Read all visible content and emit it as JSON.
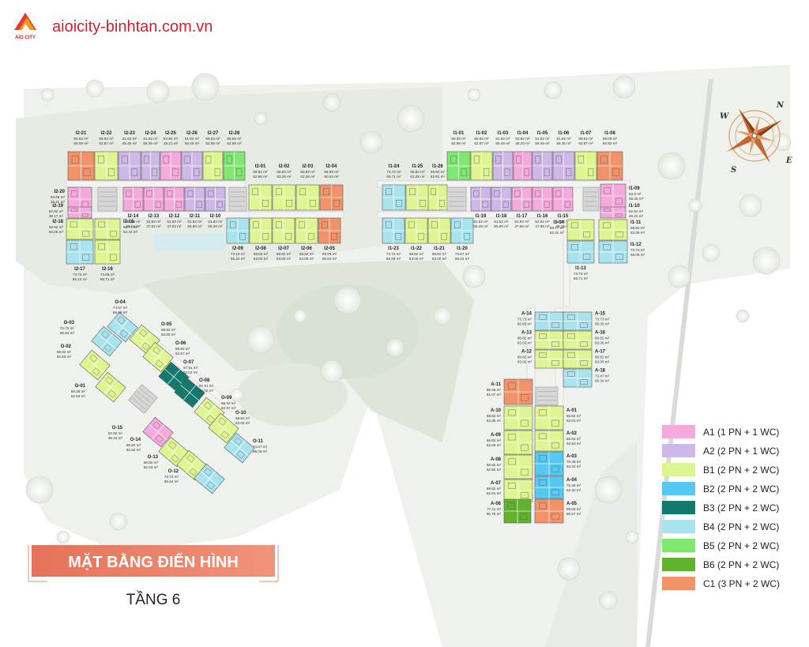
{
  "header": {
    "logo_caption": "AIO CITY",
    "site": "aioicity-binhtan.com.vn"
  },
  "title": {
    "main": "MẶT BẰNG ĐIỂN HÌNH",
    "floor": "TẦNG 6"
  },
  "compass": {
    "n": "N",
    "e": "E",
    "s": "S",
    "w": "W"
  },
  "colors": {
    "A1": "#f5a9dd",
    "A2": "#cdb8e8",
    "B1": "#dff591",
    "B2": "#55c9f2",
    "B3": "#127a6c",
    "B4": "#a9e3ee",
    "B5": "#7fe870",
    "B6": "#61b32b",
    "C1": "#f29269",
    "core": "#d6d6d6"
  },
  "legend": [
    {
      "key": "A1",
      "label": "A1 (1 PN + 1 WC)"
    },
    {
      "key": "A2",
      "label": "A2 (2 PN + 1 WC)"
    },
    {
      "key": "B1",
      "label": "B1 (2 PN + 2 WC)"
    },
    {
      "key": "B2",
      "label": "B2 (2 PN + 2 WC)"
    },
    {
      "key": "B3",
      "label": "B3 (2 PN + 2 WC)"
    },
    {
      "key": "B4",
      "label": "B4 (2 PN + 2 WC)"
    },
    {
      "key": "B5",
      "label": "B5 (2 PN + 2 WC)"
    },
    {
      "key": "B6",
      "label": "B6 (2 PN + 2 WC)"
    },
    {
      "key": "C1",
      "label": "C1 (3 PN + 2 WC)"
    }
  ],
  "units": {
    "I2-21": {
      "type": "C1",
      "a": "80.62 m²",
      "b": "69.09 m²"
    },
    "I2-22": {
      "type": "B1",
      "a": "68.82 m²",
      "b": "62.87 m²"
    },
    "I2-23": {
      "type": "A2",
      "a": "61.62 m²",
      "b": "56.45 m²"
    },
    "I2-24": {
      "type": "A2",
      "a": "61.62 m²",
      "b": "56.45 m²"
    },
    "I2-25": {
      "type": "A1",
      "a": "52.92 m²",
      "b": "48.21 m²"
    },
    "I2-26": {
      "type": "A2",
      "a": "61.62 m²",
      "b": "56.45 m²"
    },
    "I2-27": {
      "type": "B1",
      "a": "68.82 m²",
      "b": "62.96 m²"
    },
    "I2-28": {
      "type": "B5",
      "a": "68.66 m²",
      "b": "62.98 m²"
    },
    "I2-01": {
      "type": "B1",
      "a": "68.82 m²",
      "b": "62.66 m²"
    },
    "I2-02": {
      "type": "B1",
      "a": "68.82 m²",
      "b": "63.26 m²"
    },
    "I2-03": {
      "type": "B1",
      "a": "68.82 m²",
      "b": "62.26 m²"
    },
    "I2-04": {
      "type": "C1",
      "a": "69.09 m²",
      "b": "60.44 m²"
    },
    "I2-20": {
      "type": "A1",
      "a": "53.65 m²",
      "b": "48.41 m²"
    },
    "I2-19": {
      "type": "A1",
      "a": "52.92 m²",
      "b": "48.17 m²"
    },
    "I2-18": {
      "type": "B1",
      "a": "68.82 m²",
      "b": "63.05 m²"
    },
    "I2-17": {
      "type": "B4",
      "a": "73.73 m²",
      "b": "66.16 m²"
    },
    "I2-16": {
      "type": "B1",
      "a": "74.08 m²",
      "b": "65.71 m²"
    },
    "I2-15": {
      "type": "B1",
      "a": "69.77 m²",
      "b": "62.43 m²"
    },
    "I2-14": {
      "type": "A1",
      "a": "52.92 m²",
      "b": "48.13 m²"
    },
    "I2-13": {
      "type": "A1",
      "a": "52.92 m²",
      "b": "47.62 m²"
    },
    "I2-12": {
      "type": "A1",
      "a": "52.92 m²",
      "b": "47.63 m²"
    },
    "I2-11": {
      "type": "A2",
      "a": "61.62 m²",
      "b": "55.90 m²"
    },
    "I2-10": {
      "type": "A2",
      "a": "61.62 m²",
      "b": "56.40 m²"
    },
    "I2-09": {
      "type": "B4",
      "a": "73.15 m²",
      "b": "66.34 m²"
    },
    "I2-08": {
      "type": "B1",
      "a": "68.82 m²",
      "b": "63.00 m²"
    },
    "I2-07": {
      "type": "B1",
      "a": "68.82 m²",
      "b": "63.06 m²"
    },
    "I2-06": {
      "type": "B1",
      "a": "68.82 m²",
      "b": "63.06 m²"
    },
    "I2-05": {
      "type": "C1",
      "a": "69.09 m²",
      "b": "60.63 m²"
    },
    "I1-24": {
      "type": "B4",
      "a": "73.72 m²",
      "b": "65.71 m²"
    },
    "I1-25": {
      "type": "B1",
      "a": "68.82 m²",
      "b": "62.28 m²"
    },
    "I1-26": {
      "type": "B1",
      "a": "68.82 m²",
      "b": "62.91 m²"
    },
    "I1-01": {
      "type": "B5",
      "a": "68.36 m²",
      "b": "62.98 m²"
    },
    "I1-02": {
      "type": "B1",
      "a": "68.82 m²",
      "b": "62.97 m²"
    },
    "I1-03": {
      "type": "A2",
      "a": "61.62 m²",
      "b": "56.45 m²"
    },
    "I1-04": {
      "type": "A1",
      "a": "52.92 m²",
      "b": "48.20 m²"
    },
    "I1-05": {
      "type": "A2",
      "a": "61.62 m²",
      "b": "56.45 m²"
    },
    "I1-06": {
      "type": "A2",
      "a": "61.62 m²",
      "b": "56.45 m²"
    },
    "I1-07": {
      "type": "B1",
      "a": "68.82 m²",
      "b": "62.87 m²"
    },
    "I1-08": {
      "type": "C1",
      "a": "89.09 m²",
      "b": "80.92 m²"
    },
    "I1-09": {
      "type": "A1",
      "a": "53.6 m²",
      "b": "48.45 m²"
    },
    "I1-10": {
      "type": "A1",
      "a": "52.92 m²",
      "b": "48.22 m²"
    },
    "I1-11": {
      "type": "B1",
      "a": "68.82 m²",
      "b": "63.06 m²"
    },
    "I1-12": {
      "type": "B4",
      "a": "73.73 m²",
      "b": "66.06 m²"
    },
    "I1-19": {
      "type": "A2",
      "a": "61.62 m²",
      "b": "56.40 m²"
    },
    "I1-18": {
      "type": "A2",
      "a": "61.62 m²",
      "b": "55.90 m²"
    },
    "I1-17": {
      "type": "A1",
      "a": "52.92 m²",
      "b": "47.66 m²"
    },
    "I1-16": {
      "type": "A1",
      "a": "52.92 m²",
      "b": "47.65 m²"
    },
    "I1-15": {
      "type": "A1",
      "a": "52.92 m²",
      "b": "48.15 m²"
    },
    "I1-14": {
      "type": "B1",
      "a": "69.77 m²",
      "b": "62.41 m²"
    },
    "I1-13": {
      "type": "B4",
      "a": "73.73 m²",
      "b": "65.71 m²"
    },
    "I1-23": {
      "type": "B4",
      "a": "73.72 m²",
      "b": "66.09 m²"
    },
    "I1-22": {
      "type": "B1",
      "a": "68.82 m²",
      "b": "63.00 m²"
    },
    "I1-21": {
      "type": "B1",
      "a": "68.82 m²",
      "b": "63.00 m²"
    },
    "I1-20": {
      "type": "B4",
      "a": "73.57 m²",
      "b": "66.23 m²"
    },
    "A-14": {
      "type": "B4",
      "a": "73.73 m²",
      "b": "65.83 m²"
    },
    "A-15": {
      "type": "B4",
      "a": "73.73 m²",
      "b": "66.09 m²"
    },
    "A-13": {
      "type": "B1",
      "a": "68.82 m²",
      "b": "63.03 m²"
    },
    "A-16": {
      "type": "B1",
      "a": "68.82 m²",
      "b": "63.06 m²"
    },
    "A-12": {
      "type": "B1",
      "a": "68.82 m²",
      "b": "63.02 m²"
    },
    "A-17": {
      "type": "B1",
      "a": "68.82 m²",
      "b": "63.05 m²"
    },
    "A-11": {
      "type": "C1",
      "a": "88.46 m²",
      "b": "81.07 m²"
    },
    "A-18": {
      "type": "B4",
      "a": "73.47 m²",
      "b": "66.34 m²"
    },
    "A-10": {
      "type": "B1",
      "a": "68.82 m²",
      "b": "63.06 m²"
    },
    "A-01": {
      "type": "B1",
      "a": "68.82 m²",
      "b": "63.03 m²"
    },
    "A-09": {
      "type": "B1",
      "a": "68.82 m²",
      "b": "63.05 m²"
    },
    "A-02": {
      "type": "B1",
      "a": "68.82 m²",
      "b": "62.53 m²"
    },
    "A-08": {
      "type": "B1",
      "a": "68.82 m²",
      "b": "62.92 m²"
    },
    "A-03": {
      "type": "B2",
      "a": "70.48 m²",
      "b": "64.32 m²"
    },
    "A-04": {
      "type": "B2",
      "a": "70.48 m²",
      "b": "64.32 m²"
    },
    "A-07": {
      "type": "B1",
      "a": "68.82 m²",
      "b": "62.81 m²"
    },
    "A-06": {
      "type": "B6",
      "a": "77.11 m²",
      "b": "66.78 m²"
    },
    "A-05": {
      "type": "C1",
      "a": "89.09 m²",
      "b": "80.57 m²"
    },
    "O-04": {
      "type": "B4",
      "a": "74.07 m²",
      "b": "66.09 m²"
    },
    "O-03": {
      "type": "B4",
      "a": "72.72 m²",
      "b": "65.84 m²"
    },
    "O-05": {
      "type": "B1",
      "a": "68.82 m²",
      "b": "63.05 m²"
    },
    "O-06": {
      "type": "B1",
      "a": "68.82 m²",
      "b": "62.57 m²"
    },
    "O-07": {
      "type": "B3",
      "a": "67.91 m²",
      "b": "62.02 m²"
    },
    "O-08": {
      "type": "B3",
      "a": "67.81 m²",
      "b": "62.02 m²"
    },
    "O-02": {
      "type": "B1",
      "a": "68.82 m²",
      "b": "62.53 m²"
    },
    "O-01": {
      "type": "B1",
      "a": "69.29 m²",
      "b": "62.53 m²"
    },
    "O-09": {
      "type": "B1",
      "a": "68.82 m²",
      "b": "62.37 m²"
    },
    "O-10": {
      "type": "B1",
      "a": "68.82 m²",
      "b": "63.05 m²"
    },
    "O-15": {
      "type": "A1",
      "a": "52.92 m²",
      "b": "48.24 m²"
    },
    "O-14": {
      "type": "B1",
      "a": "68.82 m²",
      "b": "62.63 m²"
    },
    "O-11": {
      "type": "B4",
      "a": "74.07 m²",
      "b": "66.09 m²"
    },
    "O-13": {
      "type": "B1",
      "a": "68.82 m²",
      "b": "62.53 m²"
    },
    "O-12": {
      "type": "B4",
      "a": "73.72 m²",
      "b": "65.64 m²"
    }
  }
}
